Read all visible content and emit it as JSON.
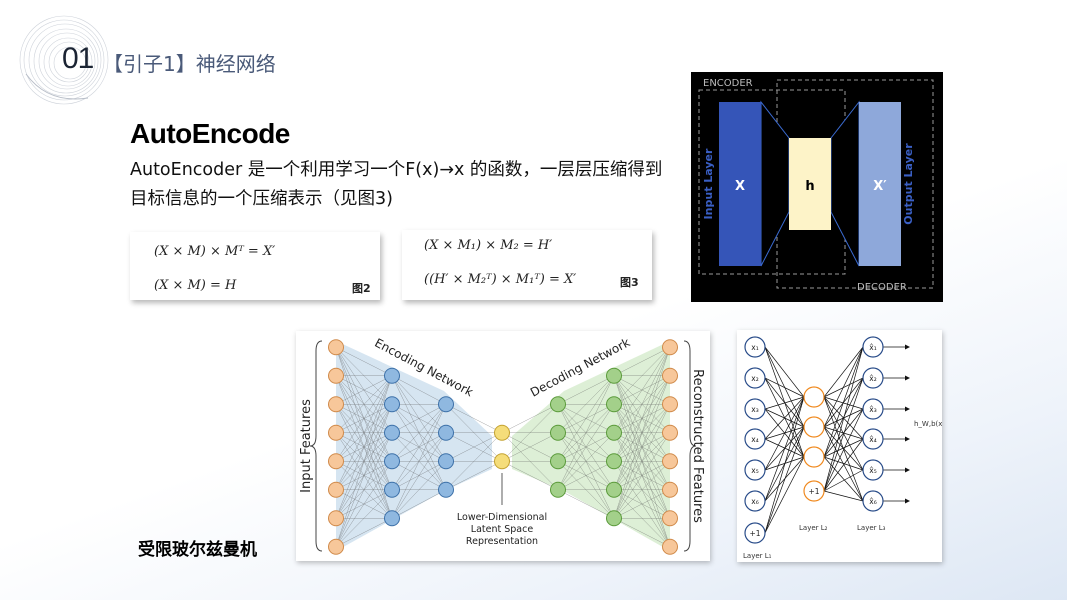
{
  "header": {
    "section_number": "01",
    "section_title": "【引子1】神经网络"
  },
  "main": {
    "heading": "AutoEncode",
    "description": "AutoEncoder 是一个利用学习一个F(x)→x 的函数，一层层压缩得到目标信息的一个压缩表示（见图3)"
  },
  "formula_fig2": {
    "line1": "(X × M) × Mᵀ  =  X′",
    "line2": "(X × M)  =  H",
    "tag": "图2"
  },
  "formula_fig3": {
    "line1": "(X × M₁) × M₂  =  H′",
    "line2": "((H′ × M₂ᵀ) × M₁ᵀ)  =  X′",
    "tag": "图3"
  },
  "encoder_diagram": {
    "encoder_label": "ENCODER",
    "decoder_label": "DECODER",
    "input_layer_label": "Input Layer",
    "output_layer_label": "Output Layer",
    "input_node": "X",
    "hidden_node": "h",
    "output_node": "X′",
    "colors": {
      "background": "#000000",
      "blue": "#3555b8",
      "light_blue": "#8ea8da",
      "hidden": "#fdf3c8"
    }
  },
  "network_diagram": {
    "encoding_label": "Encoding Network",
    "decoding_label": "Decoding Network",
    "input_features": "Input Features",
    "reconstructed_features": "Reconstructed Features",
    "latent_line1": "Lower-Dimensional",
    "latent_line2": "Latent Space",
    "latent_line3": "Representation"
  },
  "small_network": {
    "inputs": [
      "x₁",
      "x₂",
      "x₃",
      "x₄",
      "x₅",
      "x₆",
      "+1"
    ],
    "hidden_bias": "+1",
    "outputs": [
      "x̂₁",
      "x̂₂",
      "x̂₃",
      "x̂₄",
      "x̂₅",
      "x̂₆"
    ],
    "func_label": "h_W,b(x)",
    "layer1": "Layer L₁",
    "layer2": "Layer L₂",
    "layer3": "Layer L₃"
  },
  "bottom_label": "受限玻尔兹曼机"
}
